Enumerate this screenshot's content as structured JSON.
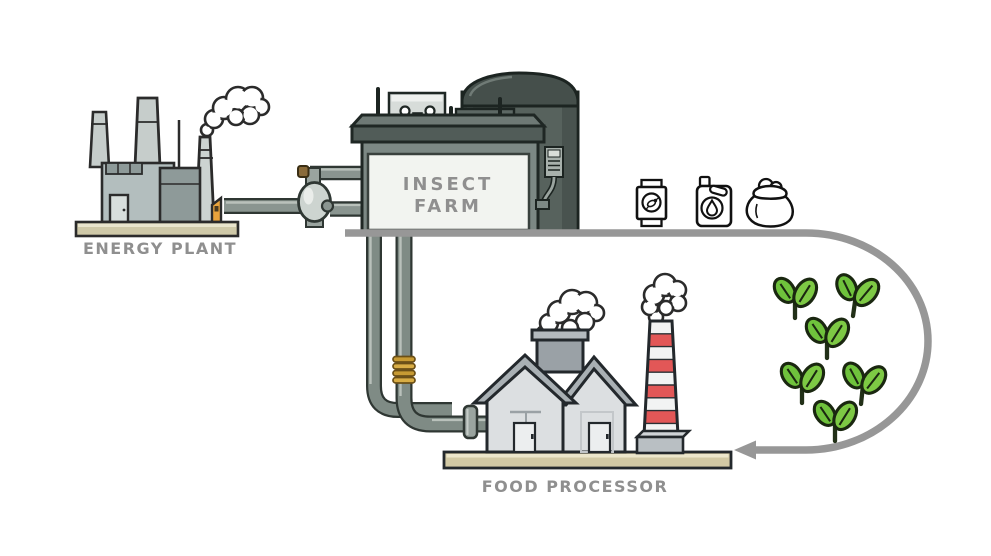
{
  "diagram": {
    "type": "circular-economy-illustration",
    "nodes": {
      "energy_plant": {
        "label": "ENERGY PLANT"
      },
      "insect_farm": {
        "label_line1": "INSECT",
        "label_line2": "FARM"
      },
      "food_processor": {
        "label": "FOOD PROCESSOR"
      }
    },
    "products": [
      {
        "icon": "feed-bag-icon",
        "mark": "insect-logo"
      },
      {
        "icon": "oil-jug-icon",
        "mark": "droplet-logo"
      },
      {
        "icon": "grain-sack-icon",
        "mark": "open-sack"
      }
    ],
    "plants": {
      "icon": "seedling-icon",
      "count": 6
    },
    "flow": {
      "icon": "u-turn-arrow",
      "direction": "left"
    },
    "colors": {
      "background": "#ffffff",
      "flow_arrow": "#979797",
      "label_text": "#8f8f8f",
      "seedling_green": "#6fc23c",
      "chimney_red": "#e25757",
      "pipe": "#7f8b85",
      "brass_coupling": "#c79a33",
      "platform_tan": "#d2c9a4",
      "accent_orange": "#e8a33c",
      "machine_dark": "#515c58",
      "panel_light": "#f2f4f0"
    }
  }
}
